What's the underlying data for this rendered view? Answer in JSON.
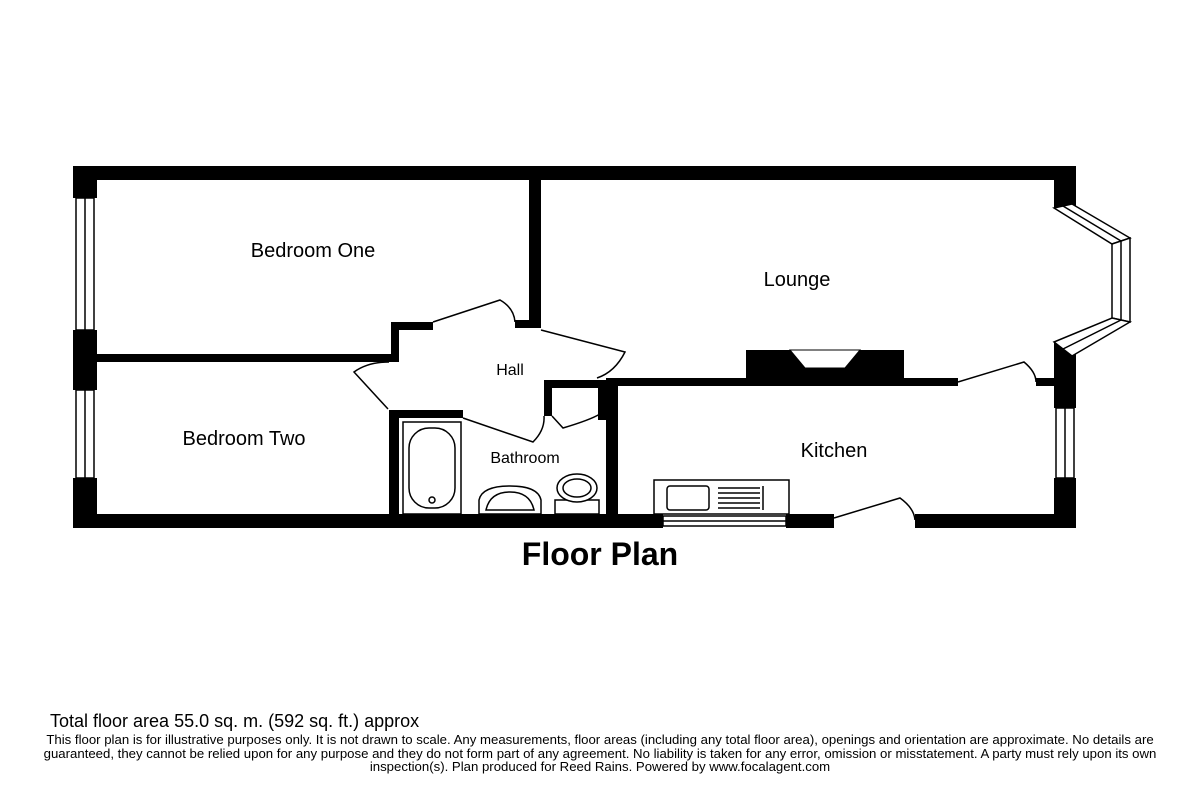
{
  "rooms": {
    "bedroom_one": "Bedroom One",
    "lounge": "Lounge",
    "hall": "Hall",
    "bedroom_two": "Bedroom Two",
    "bathroom": "Bathroom",
    "kitchen": "Kitchen"
  },
  "title": "Floor Plan",
  "footer": {
    "total_area": "Total floor area 55.0 sq. m. (592 sq. ft.) approx",
    "disclaimer": "This floor plan is for illustrative purposes only. It is not drawn to scale. Any measurements, floor areas (including any total floor area), openings and orientation are approximate. No details are guaranteed, they cannot be relied upon for any purpose and they do not form part of any agreement. No liability is taken for any error, omission or misstatement. A party must rely upon its own inspection(s). Plan produced for Reed Rains. Powered by www.focalagent.com"
  },
  "colors": {
    "wall": "#000000",
    "background": "#ffffff"
  }
}
